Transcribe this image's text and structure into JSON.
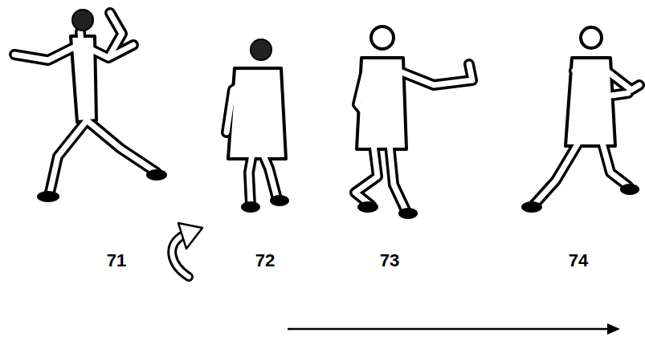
{
  "diagram": {
    "labels": [
      "71",
      "72",
      "73",
      "74"
    ]
  }
}
